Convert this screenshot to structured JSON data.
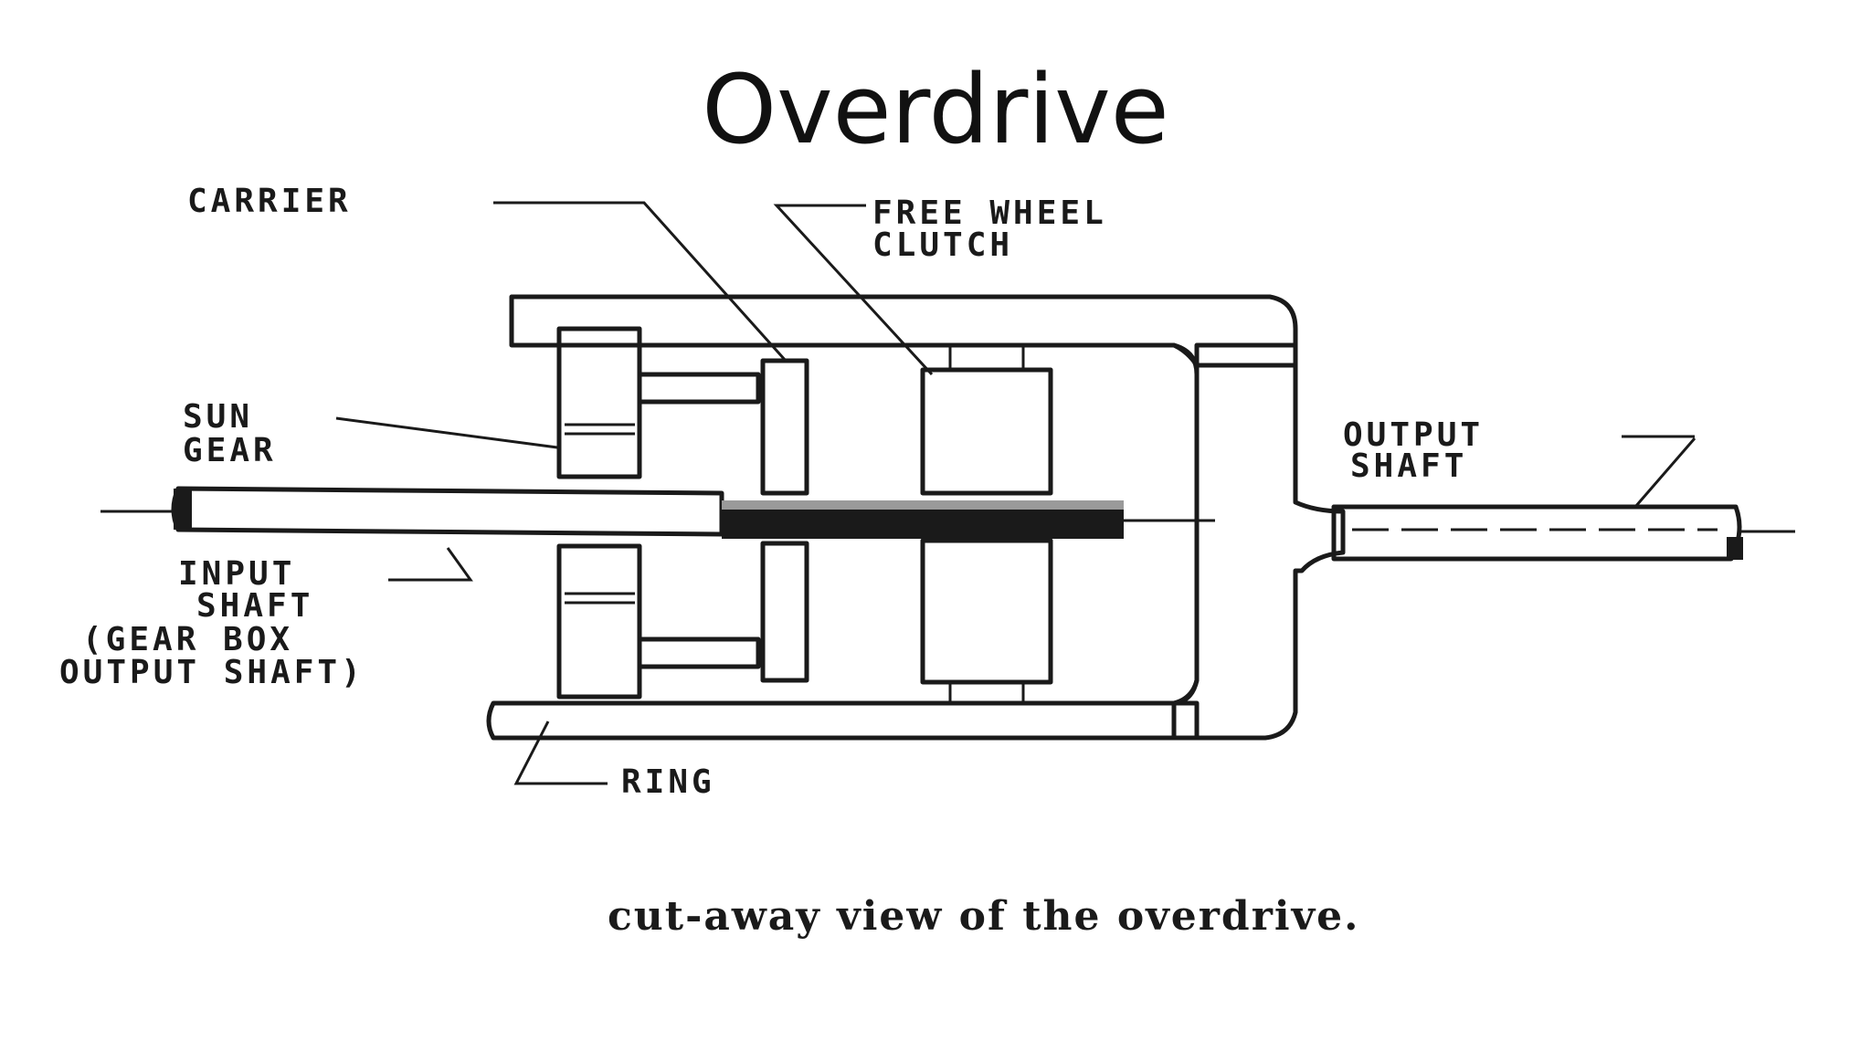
{
  "slide": {
    "title": "Overdrive"
  },
  "diagram": {
    "labels": {
      "carrier": "CARRIER",
      "free_wheel_clutch_line1": "FREE WHEEL",
      "free_wheel_clutch_line2": "CLUTCH",
      "sun_gear_line1": "SUN",
      "sun_gear_line2": "GEAR",
      "output_shaft_line1": "OUTPUT",
      "output_shaft_line2": "SHAFT",
      "input_shaft_line1": "INPUT",
      "input_shaft_line2": "SHAFT",
      "input_shaft_line3": "(GEAR BOX",
      "input_shaft_line4": "OUTPUT SHAFT)",
      "ring": "RING"
    },
    "caption": "cut-away view of the overdrive."
  }
}
